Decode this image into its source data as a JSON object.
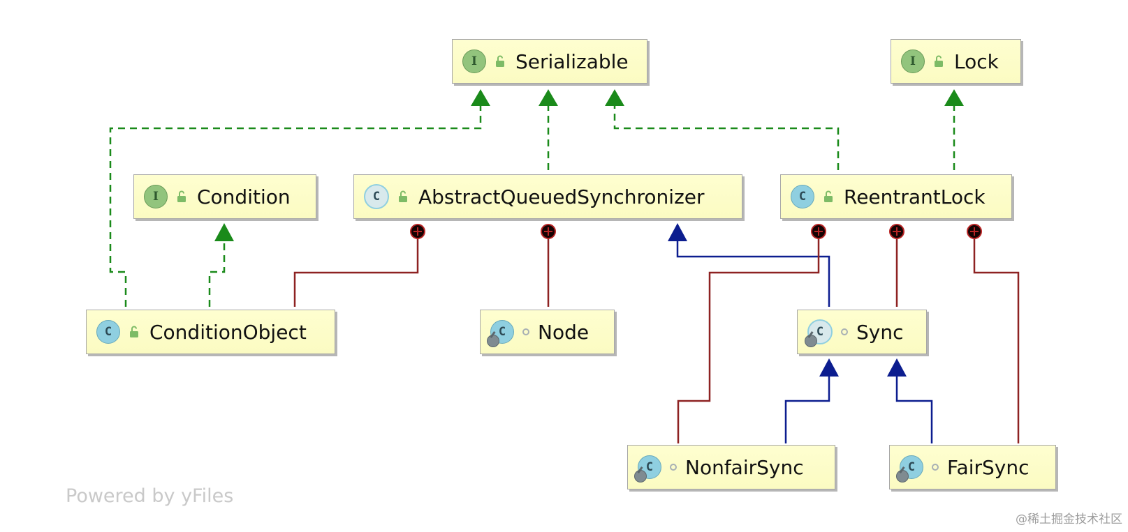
{
  "diagram": {
    "nodes": {
      "serializable": {
        "label": "Serializable",
        "kind": "interface",
        "badge": "I"
      },
      "lock": {
        "label": "Lock",
        "kind": "interface",
        "badge": "I"
      },
      "condition": {
        "label": "Condition",
        "kind": "interface",
        "badge": "I"
      },
      "aqs": {
        "label": "AbstractQueuedSynchronizer",
        "kind": "abstract-class",
        "badge": "C"
      },
      "reentrant_lock": {
        "label": "ReentrantLock",
        "kind": "class",
        "badge": "C"
      },
      "condition_object": {
        "label": "ConditionObject",
        "kind": "class",
        "badge": "C"
      },
      "node": {
        "label": "Node",
        "kind": "static-class",
        "badge": "C"
      },
      "sync": {
        "label": "Sync",
        "kind": "static-abstract-class",
        "badge": "C"
      },
      "nonfair_sync": {
        "label": "NonfairSync",
        "kind": "static-class",
        "badge": "C"
      },
      "fair_sync": {
        "label": "FairSync",
        "kind": "static-class",
        "badge": "C"
      }
    },
    "edges": [
      {
        "from": "condition_object",
        "to": "serializable",
        "type": "implements"
      },
      {
        "from": "aqs",
        "to": "serializable",
        "type": "implements"
      },
      {
        "from": "reentrant_lock",
        "to": "serializable",
        "type": "implements"
      },
      {
        "from": "reentrant_lock",
        "to": "lock",
        "type": "implements"
      },
      {
        "from": "condition_object",
        "to": "condition",
        "type": "implements"
      },
      {
        "from": "sync",
        "to": "aqs",
        "type": "extends"
      },
      {
        "from": "nonfair_sync",
        "to": "sync",
        "type": "extends"
      },
      {
        "from": "fair_sync",
        "to": "sync",
        "type": "extends"
      },
      {
        "from": "aqs",
        "to": "condition_object",
        "type": "inner-class"
      },
      {
        "from": "aqs",
        "to": "node",
        "type": "inner-class"
      },
      {
        "from": "reentrant_lock",
        "to": "nonfair_sync",
        "type": "inner-class"
      },
      {
        "from": "reentrant_lock",
        "to": "sync",
        "type": "inner-class"
      },
      {
        "from": "reentrant_lock",
        "to": "fair_sync",
        "type": "inner-class"
      }
    ],
    "colors": {
      "implements": "#1a8a1a",
      "extends": "#0c1d8f",
      "inner_class": "#8e2222",
      "node_fill": "#fcfcc6"
    }
  },
  "watermark": "Powered by yFiles",
  "footer": "@稀土掘金技术社区"
}
